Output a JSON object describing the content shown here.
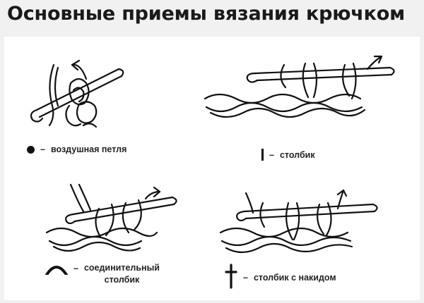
{
  "title": "Основные приемы вязания крючком",
  "stitches": [
    {
      "symbol": "dot",
      "dash": "–",
      "label": "воздушная петля"
    },
    {
      "symbol": "bar",
      "dash": "–",
      "label": "столбик"
    },
    {
      "symbol": "arc",
      "dash": "–",
      "label_line1": "соединительный",
      "label_line2": "столбик"
    },
    {
      "symbol": "cross",
      "dash": "–",
      "label": "столбик с накидом"
    }
  ]
}
